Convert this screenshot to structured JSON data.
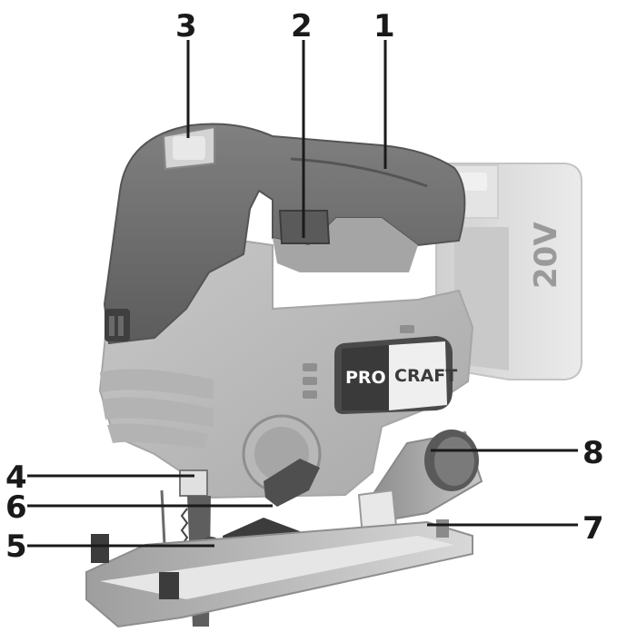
{
  "brand": {
    "left": "PRO",
    "right": "CRAFT"
  },
  "battery": {
    "voltage": "20V"
  },
  "callouts": [
    {
      "id": "1",
      "label": "1"
    },
    {
      "id": "2",
      "label": "2"
    },
    {
      "id": "3",
      "label": "3"
    },
    {
      "id": "4",
      "label": "4"
    },
    {
      "id": "5",
      "label": "5"
    },
    {
      "id": "6",
      "label": "6"
    },
    {
      "id": "7",
      "label": "7"
    },
    {
      "id": "8",
      "label": "8"
    }
  ],
  "colors": {
    "handle_dark": "#6d6d6d",
    "body_light": "#bdbdbd",
    "body_mid": "#9a9a9a",
    "battery": "#dcdcdc",
    "accent_dark": "#3a3a3a",
    "leader": "#1a1a1a"
  }
}
